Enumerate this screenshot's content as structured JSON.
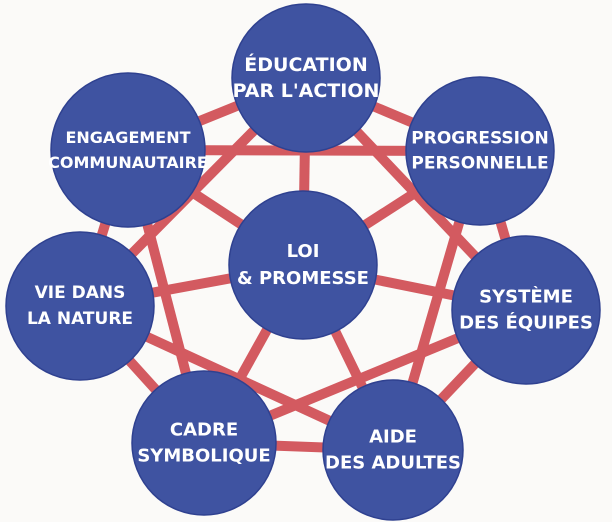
{
  "diagram": {
    "colors": {
      "node_fill": "#3f53a1",
      "edge": "#d35a60",
      "label": "#ffffff",
      "background": "#fbfaf8"
    },
    "nodes": [
      {
        "id": "education",
        "lines": [
          "ÉDUCATION",
          "PAR L'ACTION"
        ]
      },
      {
        "id": "progression",
        "lines": [
          "PROGRESSION",
          "PERSONNELLE"
        ]
      },
      {
        "id": "systeme",
        "lines": [
          "SYSTÈME",
          "DES ÉQUIPES"
        ]
      },
      {
        "id": "aide",
        "lines": [
          "AIDE",
          "DES ADULTES"
        ]
      },
      {
        "id": "cadre",
        "lines": [
          "CADRE",
          "SYMBOLIQUE"
        ]
      },
      {
        "id": "vie",
        "lines": [
          "VIE DANS",
          "LA NATURE"
        ]
      },
      {
        "id": "engagement",
        "lines": [
          "ENGAGEMENT",
          "COMMUNAUTAIRE"
        ]
      },
      {
        "id": "loi",
        "lines": [
          "LOI",
          "& PROMESSE"
        ]
      }
    ]
  }
}
